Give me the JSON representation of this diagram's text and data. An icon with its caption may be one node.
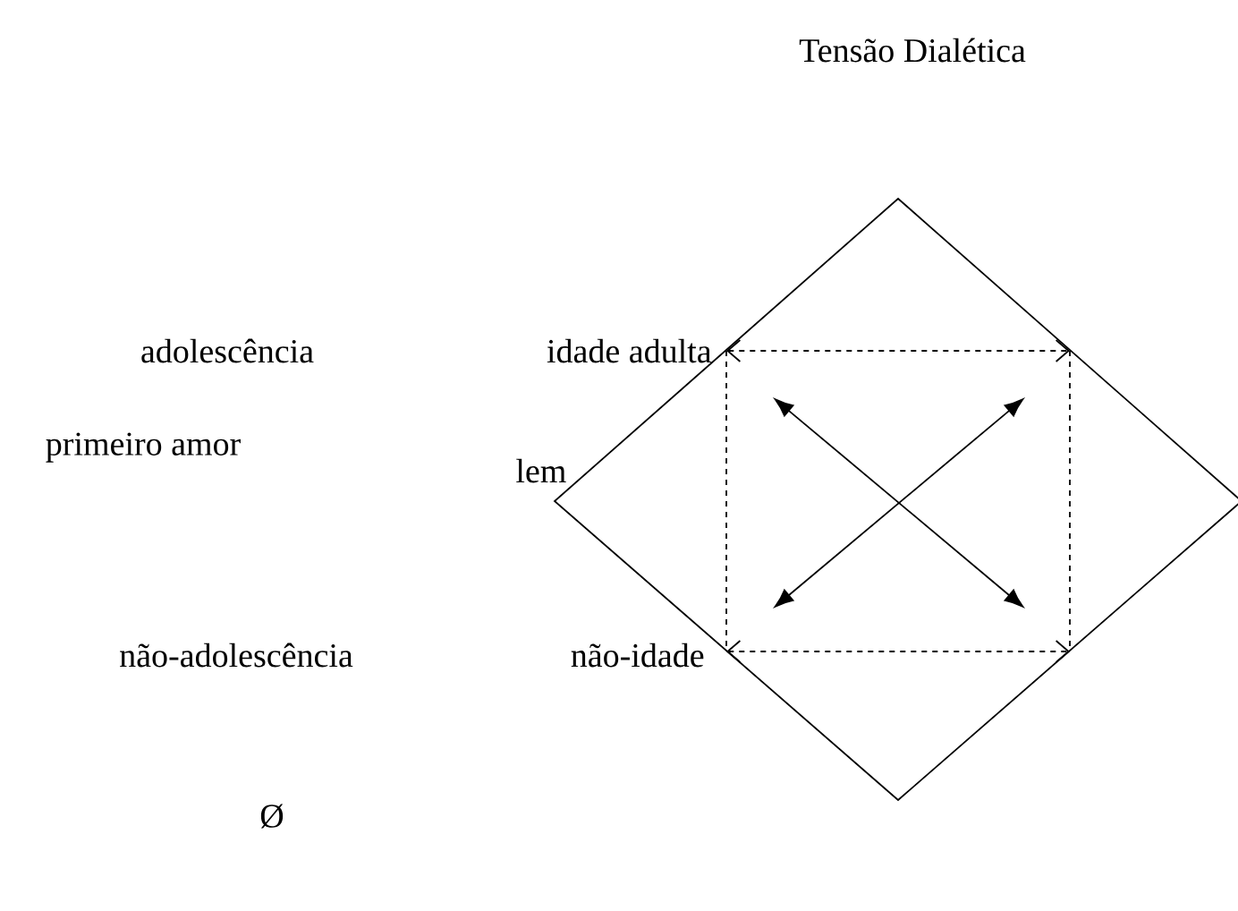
{
  "diagram": {
    "title": "Tensão Dialética",
    "labels": [
      "adolescência",
      "idade adulta",
      "primeiro amor",
      "lem",
      "não-adolescência",
      "não-idade",
      "Ø"
    ]
  }
}
